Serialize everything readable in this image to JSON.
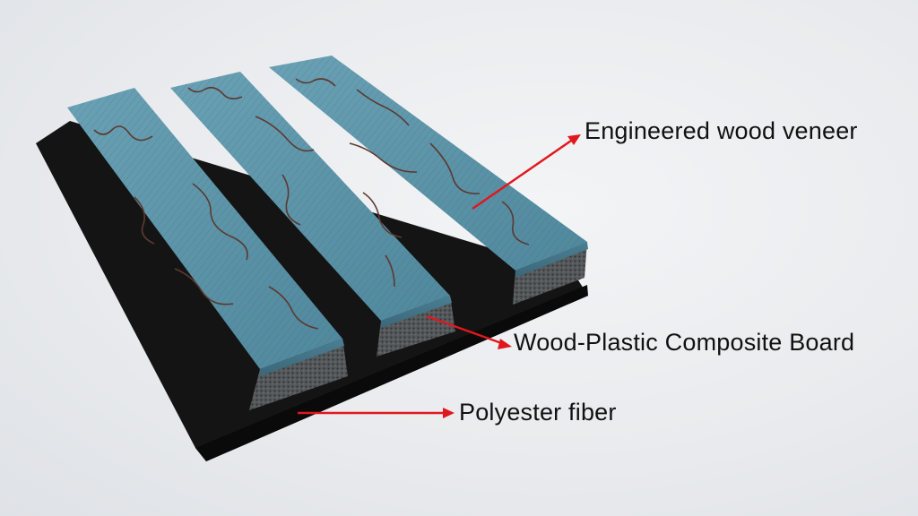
{
  "labels": {
    "veneer": "Engineered wood veneer",
    "wpc": "Wood-Plastic Composite Board",
    "fiber": "Polyester fiber"
  },
  "colors": {
    "background": "#eceef1",
    "veneer": "#5b93a8",
    "veneer_dark": "#3f6f82",
    "core": "#4a4d50",
    "felt": "#121212",
    "arrow": "#e0181e",
    "label_text": "#111111"
  }
}
